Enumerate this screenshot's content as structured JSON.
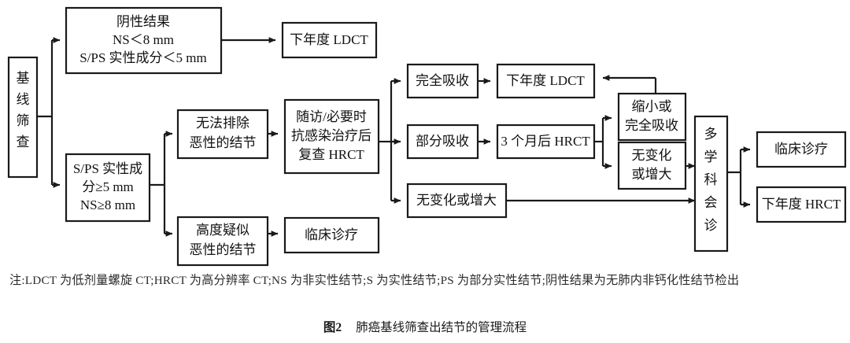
{
  "figure": {
    "caption_label": "图2",
    "caption_title": "肺癌基线筛查出结节的管理流程",
    "note": "注:LDCT 为低剂量螺旋 CT;HRCT 为高分辨率 CT;NS 为非实性结节;S 为实性结节;PS 为部分实性结节;阴性结果为无肺内非钙化性结节检出"
  },
  "style": {
    "box_stroke": "#1a1a1a",
    "box_fill": "#ffffff",
    "text_color": "#111111",
    "background": "#ffffff"
  },
  "nodes": {
    "baseline_screening": {
      "lines": [
        "基",
        "线",
        "筛",
        "查"
      ],
      "text": "基线筛查",
      "orientation": "vertical"
    },
    "negative_result": {
      "lines": [
        "阴性结果",
        "NS＜8 mm",
        "S/PS 实性成分＜5 mm"
      ]
    },
    "next_year_ldct_top": {
      "lines": [
        "下年度 LDCT"
      ]
    },
    "sps_solid_ge5": {
      "lines": [
        "S/PS 实性成",
        "分≥5 mm",
        "NS≥8 mm"
      ]
    },
    "cannot_exclude_malignant": {
      "lines": [
        "无法排除",
        "恶性的结节"
      ]
    },
    "highly_suspected_malignant": {
      "lines": [
        "高度疑似",
        "恶性的结节"
      ]
    },
    "clinical_care_left": {
      "lines": [
        "临床诊疗"
      ]
    },
    "followup_hrct": {
      "lines": [
        "随访/必要时",
        "抗感染治疗后",
        "复查 HRCT"
      ]
    },
    "complete_absorption": {
      "lines": [
        "完全吸收"
      ]
    },
    "partial_absorption": {
      "lines": [
        "部分吸收"
      ]
    },
    "no_change_or_enlarge_left": {
      "lines": [
        "无变化或增大"
      ]
    },
    "next_year_ldct_right": {
      "lines": [
        "下年度 LDCT"
      ]
    },
    "hrct_3months": {
      "lines": [
        "3 个月后 HRCT"
      ]
    },
    "shrink_or_complete": {
      "lines": [
        "缩小或",
        "完全吸收"
      ]
    },
    "no_change_or_enlarge_right": {
      "lines": [
        "无变化",
        "或增大"
      ]
    },
    "mdt_consult": {
      "lines": [
        "多",
        "学",
        "科",
        "会",
        "诊"
      ],
      "text": "多学科会诊",
      "orientation": "vertical"
    },
    "clinical_care_right": {
      "lines": [
        "临床诊疗"
      ]
    },
    "next_year_hrct": {
      "lines": [
        "下年度 HRCT"
      ]
    }
  }
}
